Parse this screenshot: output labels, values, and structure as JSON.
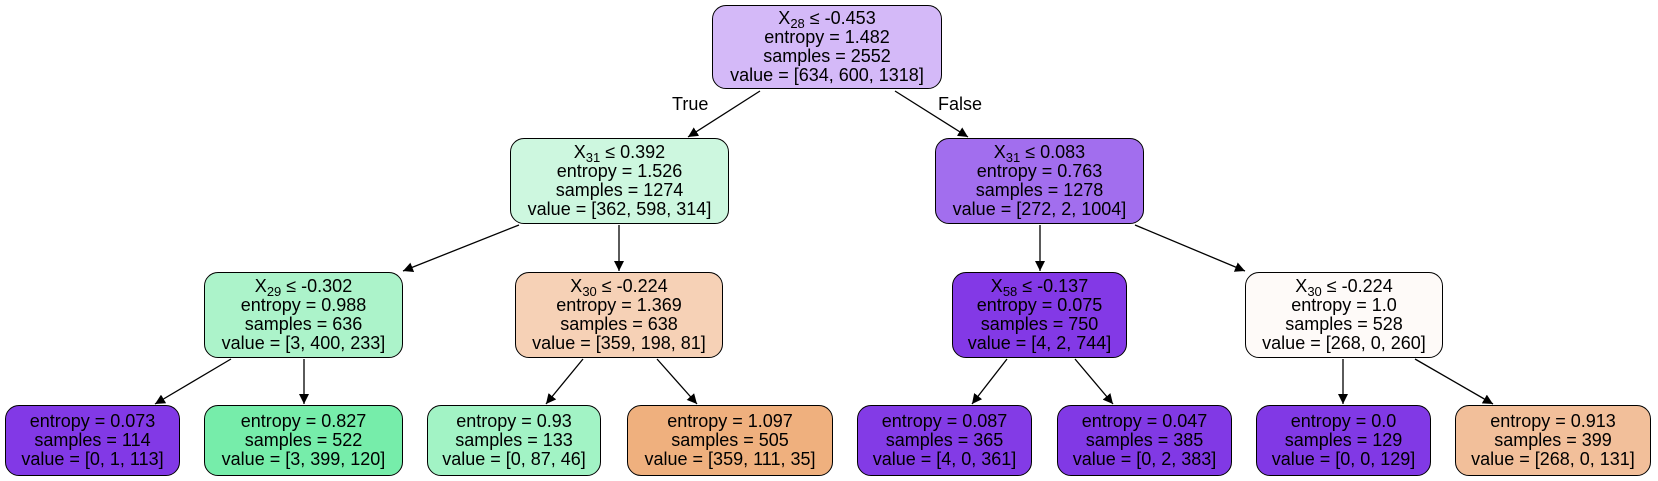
{
  "edge_labels": {
    "true": "True",
    "false": "False"
  },
  "nodes": {
    "n0": {
      "feature": "X",
      "sub": "28",
      "rest": " ≤ -0.453",
      "entropy": "entropy = 1.482",
      "samples": "samples = 2552",
      "value": "value = [634, 600, 1318]",
      "fill": "#d4b9f8"
    },
    "n1": {
      "feature": "X",
      "sub": "31",
      "rest": " ≤ 0.392",
      "entropy": "entropy = 1.526",
      "samples": "samples = 1274",
      "value": "value = [362, 598, 314]",
      "fill": "#cdf7df"
    },
    "n2": {
      "feature": "X",
      "sub": "31",
      "rest": " ≤ 0.083",
      "entropy": "entropy = 0.763",
      "samples": "samples = 1278",
      "value": "value = [272, 2, 1004]",
      "fill": "#a26eee"
    },
    "n3": {
      "feature": "X",
      "sub": "29",
      "rest": " ≤ -0.302",
      "entropy": "entropy = 0.988",
      "samples": "samples = 636",
      "value": "value = [3, 400, 233]",
      "fill": "#acf3ca"
    },
    "n4": {
      "feature": "X",
      "sub": "30",
      "rest": " ≤ -0.224",
      "entropy": "entropy = 1.369",
      "samples": "samples = 638",
      "value": "value = [359, 198, 81]",
      "fill": "#f6d1b6"
    },
    "n5": {
      "feature": "X",
      "sub": "58",
      "rest": " ≤ -0.137",
      "entropy": "entropy = 0.075",
      "samples": "samples = 750",
      "value": "value = [4, 2, 744]",
      "fill": "#8339e6"
    },
    "n6": {
      "feature": "X",
      "sub": "30",
      "rest": " ≤ -0.224",
      "entropy": "entropy = 1.0",
      "samples": "samples = 528",
      "value": "value = [268, 0, 260]",
      "fill": "#fefaf8"
    },
    "n7": {
      "entropy": "entropy = 0.073",
      "samples": "samples = 114",
      "value": "value = [0, 1, 113]",
      "fill": "#8239e6"
    },
    "n8": {
      "entropy": "entropy = 0.827",
      "samples": "samples = 522",
      "value": "value = [3, 399, 120]",
      "fill": "#76edaa"
    },
    "n9": {
      "entropy": "entropy = 0.93",
      "samples": "samples = 133",
      "value": "value = [0, 87, 46]",
      "fill": "#a2f3c5"
    },
    "n10": {
      "entropy": "entropy = 1.097",
      "samples": "samples = 505",
      "value": "value = [359, 111, 35]",
      "fill": "#efb07e"
    },
    "n11": {
      "entropy": "entropy = 0.087",
      "samples": "samples = 365",
      "value": "value = [4, 0, 361]",
      "fill": "#833be6"
    },
    "n12": {
      "entropy": "entropy = 0.047",
      "samples": "samples = 385",
      "value": "value = [0, 2, 383]",
      "fill": "#8139e5"
    },
    "n13": {
      "entropy": "entropy = 0.0",
      "samples": "samples = 129",
      "value": "value = [0, 0, 129]",
      "fill": "#8139e5"
    },
    "n14": {
      "entropy": "entropy = 0.913",
      "samples": "samples = 399",
      "value": "value = [268, 0, 131]",
      "fill": "#f2bf9a"
    }
  }
}
